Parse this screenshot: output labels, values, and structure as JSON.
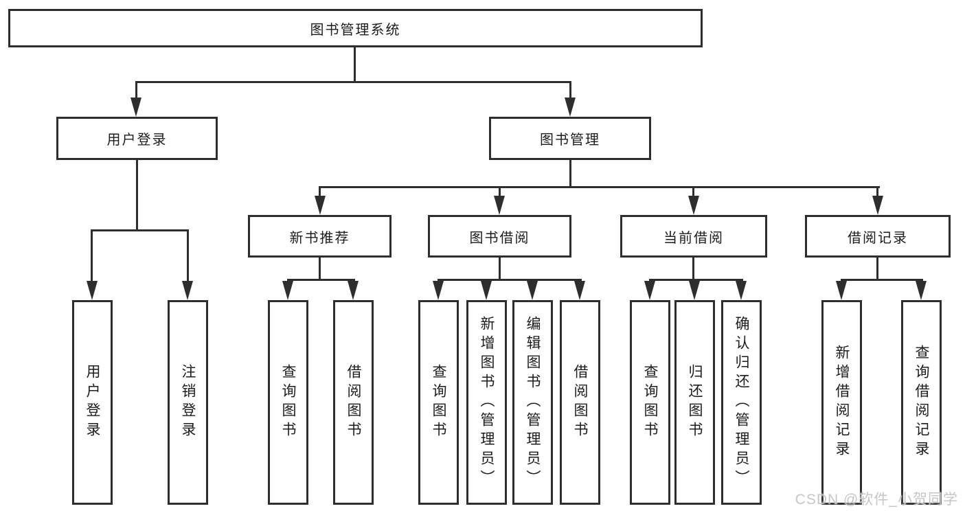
{
  "colors": {
    "line": "#2e2e2e",
    "box_border": "#2e2e2e",
    "text": "#1c1c1c",
    "watermark": "#c6c6c6",
    "background": "#ffffff"
  },
  "root": {
    "label": "图书管理系统"
  },
  "branches": [
    {
      "label": "用户登录",
      "children": [
        {
          "label": "用户登录"
        },
        {
          "label": "注销登录"
        }
      ]
    },
    {
      "label": "图书管理",
      "modules": [
        {
          "label": "新书推荐",
          "children": [
            {
              "label": "查询图书"
            },
            {
              "label": "借阅图书"
            }
          ]
        },
        {
          "label": "图书借阅",
          "children": [
            {
              "label": "查询图书"
            },
            {
              "label": "新增图书（管理员）"
            },
            {
              "label": "编辑图书（管理员）"
            },
            {
              "label": "借阅图书"
            }
          ]
        },
        {
          "label": "当前借阅",
          "children": [
            {
              "label": "查询图书"
            },
            {
              "label": "归还图书"
            },
            {
              "label": "确认归还（管理员）"
            }
          ]
        },
        {
          "label": "借阅记录",
          "children": [
            {
              "label": "新增借阅记录"
            },
            {
              "label": "查询借阅记录"
            }
          ]
        }
      ]
    }
  ],
  "watermark": "CSDN @软件_小贺同学"
}
